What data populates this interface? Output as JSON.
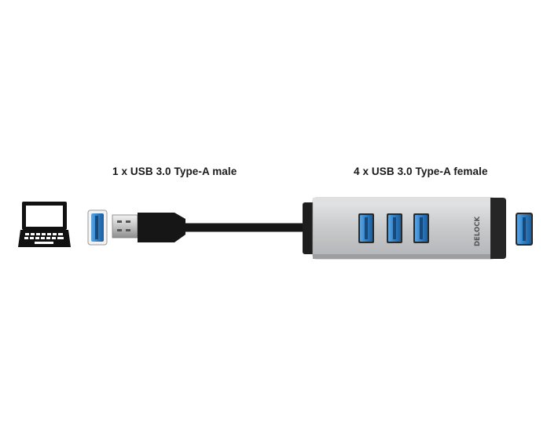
{
  "labels": {
    "male": "1 x USB 3.0 Type-A male",
    "female": "4 x USB 3.0 Type-A female"
  },
  "hub": {
    "logo": "DELOCK",
    "port_count": 4
  },
  "colors": {
    "usb3_blue": "#2f7fc4",
    "cable_black": "#1a1a1a",
    "hub_silver": "#c9cacc",
    "hub_dark": "#2a2a2a"
  },
  "icons": [
    "laptop-icon",
    "usb-port-icon",
    "usb-plug-icon",
    "usb-hub-icon"
  ]
}
